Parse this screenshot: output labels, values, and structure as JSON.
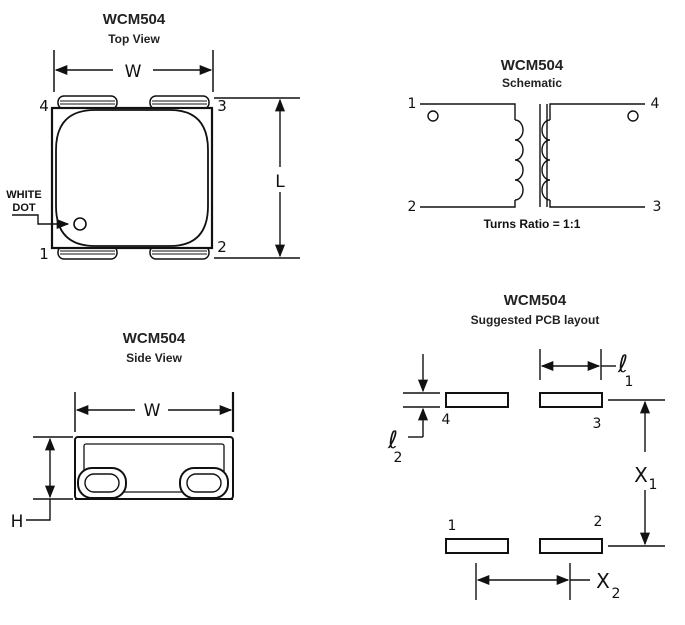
{
  "top_view": {
    "title": "WCM504",
    "subtitle": "Top View",
    "dim_w": "W",
    "dim_l": "L",
    "pin_labels": {
      "p1": "1",
      "p2": "2",
      "p3": "3",
      "p4": "4"
    },
    "dot_label_line1": "WHITE",
    "dot_label_line2": "DOT"
  },
  "schematic": {
    "title": "WCM504",
    "subtitle": "Schematic",
    "pin_labels": {
      "p1": "1",
      "p2": "2",
      "p3": "3",
      "p4": "4"
    },
    "turns_ratio": "Turns Ratio = 1:1"
  },
  "side_view": {
    "title": "WCM504",
    "subtitle": "Side View",
    "dim_w": "W",
    "dim_h": "H"
  },
  "pcb_layout": {
    "title": "WCM504",
    "subtitle": "Suggested PCB layout",
    "pin_labels": {
      "p1": "1",
      "p2": "2",
      "p3": "3",
      "p4": "4"
    },
    "dim_l1_letter": "ℓ",
    "dim_l1_sub": "1",
    "dim_l2_letter": "ℓ",
    "dim_l2_sub": "2",
    "dim_x1_letter": "X",
    "dim_x1_sub": "1",
    "dim_x2_letter": "X",
    "dim_x2_sub": "2"
  }
}
